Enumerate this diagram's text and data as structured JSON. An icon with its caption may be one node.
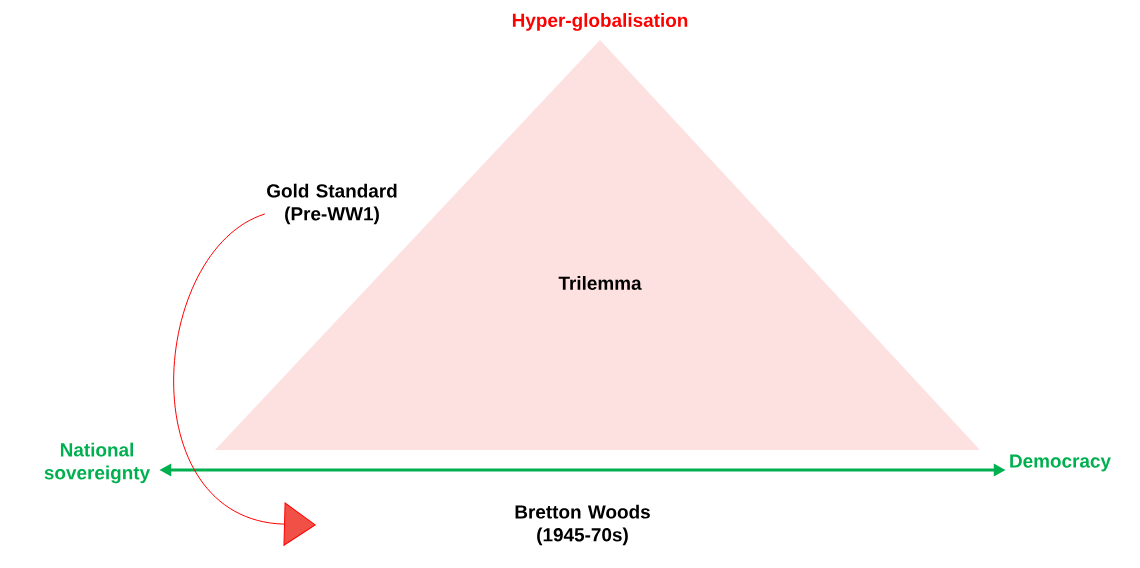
{
  "diagram": {
    "nodes": [
      {
        "text": [
          "Trilemma"
        ]
      },
      {
        "text": [
          "Gold Standard (Pre-WW1)"
        ]
      },
      {
        "text": [
          "National sovereignty"
        ]
      },
      {
        "text": [
          "Democracy"
        ]
      }
    ],
    "edges": [
      {
        "from": 2,
        "to": 3,
        "arrow": "both",
        "label": "Bretton Woods (1945-70s)",
        "style": "thick",
        "color": "#00b050"
      },
      {
        "from": 1,
        "to": null,
        "arrow": "to",
        "color": "#ff0000"
      }
    ],
    "labels": [
      "Hyper-globalisation"
    ]
  }
}
